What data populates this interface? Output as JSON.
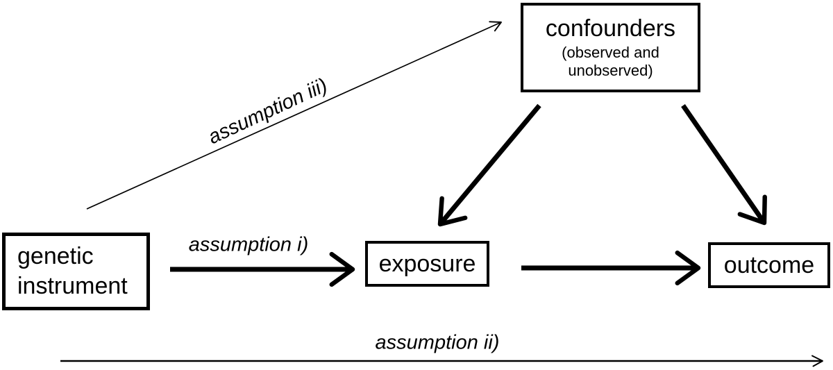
{
  "diagram": {
    "title_hint": "Mendelian randomization DAG",
    "colors": {
      "ink": "#000000",
      "background": "#ffffff"
    },
    "nodes": {
      "genetic_instrument": {
        "label": "genetic instrument"
      },
      "exposure": {
        "label": "exposure"
      },
      "outcome": {
        "label": "outcome"
      },
      "confounders": {
        "label": "confounders",
        "sublabel": "(observed and unobserved)"
      }
    },
    "edges": [
      {
        "from": "genetic_instrument",
        "to": "exposure",
        "style": "thick",
        "label": "assumption i)"
      },
      {
        "from": "exposure",
        "to": "outcome",
        "style": "thick",
        "label": ""
      },
      {
        "from": "confounders",
        "to": "exposure",
        "style": "thick",
        "label": ""
      },
      {
        "from": "confounders",
        "to": "outcome",
        "style": "thick",
        "label": ""
      },
      {
        "from": "genetic_instrument",
        "to": "confounders",
        "style": "thin",
        "label": "assumption iii)"
      },
      {
        "from": "genetic_instrument",
        "to": "outcome",
        "style": "thin",
        "label": "assumption ii)"
      }
    ]
  }
}
